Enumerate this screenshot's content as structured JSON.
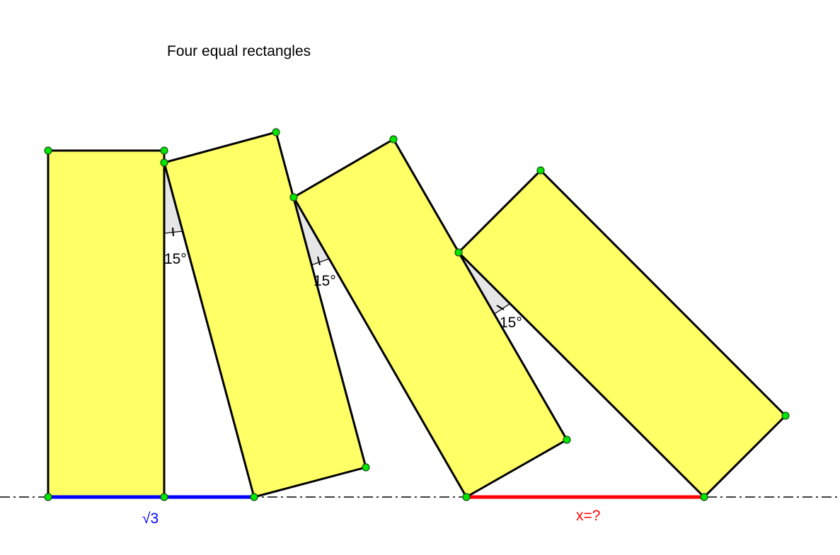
{
  "title": "Four equal rectangles",
  "angle_labels": [
    "15°",
    "15°",
    "15°"
  ],
  "known_length_label": "√3",
  "unknown_length_label": "x=?",
  "colors": {
    "rectangle_fill": "#ffff66",
    "known_segment": "#0000ff",
    "unknown_segment": "#ff0000",
    "points": "#00e600",
    "angle_wedge": "#e6e6e6"
  }
}
